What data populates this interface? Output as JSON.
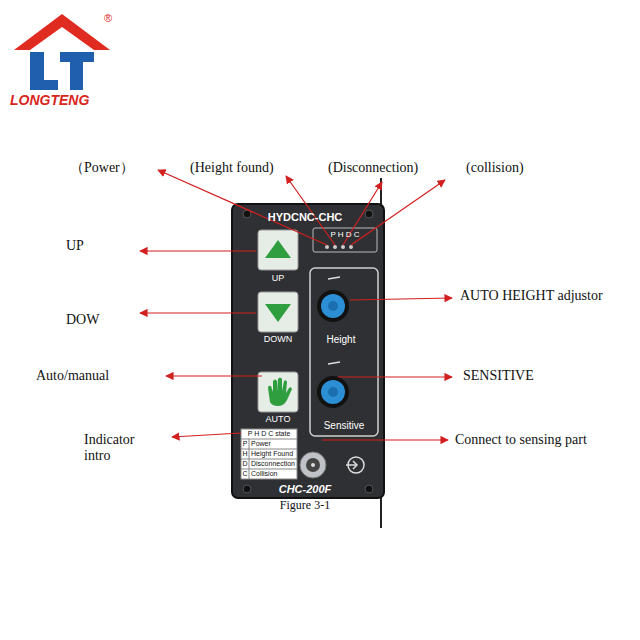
{
  "diagram": {
    "caption": "Figure 3-1",
    "labels": [
      "®",
      "LONGTENG",
      "（Power）",
      "(Height found)",
      "(Disconnection)",
      "(collision)",
      "UP",
      "DOW",
      "Auto/manual",
      "Indicator intro",
      "AUTO HEIGHT adjustor",
      "SENSITIVE",
      "Connect to sensing part",
      "HYDCNC-CHC",
      "P H D C",
      "UP",
      "DOWN",
      "AUTO",
      "Height",
      "Sensitive",
      "P H D C state",
      "P",
      "Power",
      "H",
      "Height Found",
      "D",
      "Disconnection",
      "C",
      "Collision",
      "CHC-200F"
    ]
  }
}
